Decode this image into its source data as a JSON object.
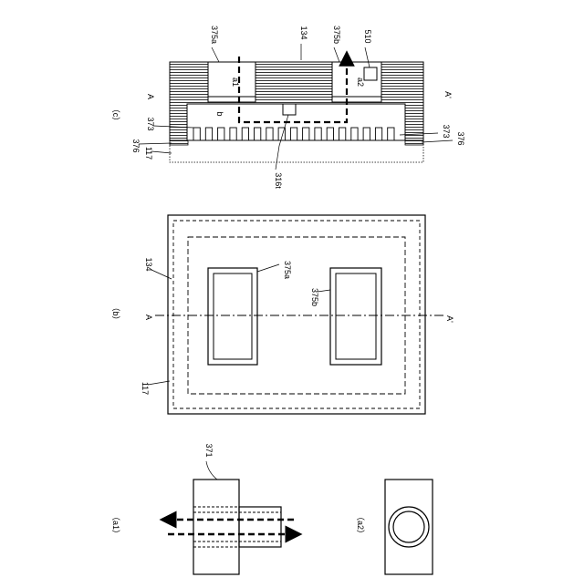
{
  "panels": {
    "a1": "（a1）",
    "a2": "（a2）",
    "b": "（b）",
    "c": "（c）"
  },
  "labels": {
    "l371": "371",
    "l134": "134",
    "l117": "117",
    "l375a": "375a",
    "l375b": "375b",
    "l510": "510",
    "l373": "373",
    "l376": "376",
    "l316": "316t",
    "A": "A",
    "Ap": "A'",
    "a1": "a1",
    "a2": "a2",
    "b": "b"
  }
}
